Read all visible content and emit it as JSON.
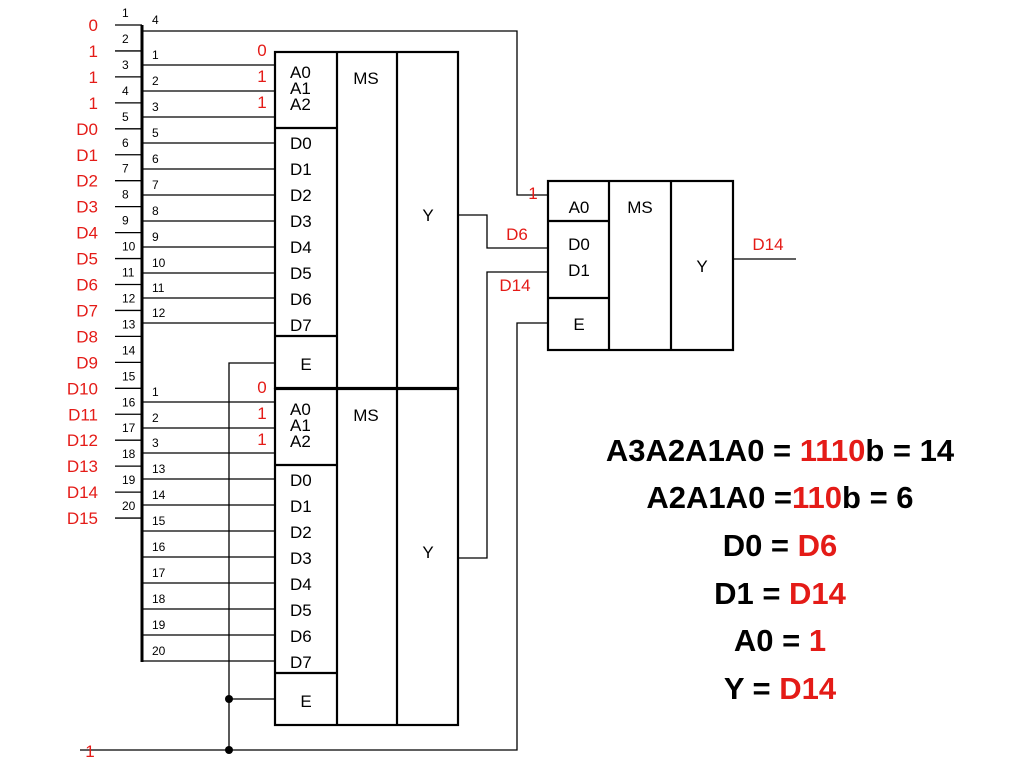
{
  "connector": {
    "pin_numbers": [
      "1",
      "2",
      "3",
      "4",
      "5",
      "6",
      "7",
      "8",
      "9",
      "10",
      "11",
      "12",
      "13",
      "14",
      "15",
      "16",
      "17",
      "18",
      "19",
      "20"
    ],
    "signals": [
      "0",
      "1",
      "1",
      "1",
      "D0",
      "D1",
      "D2",
      "D3",
      "D4",
      "D5",
      "D6",
      "D7",
      "D8",
      "D9",
      "D10",
      "D11",
      "D12",
      "D13",
      "D14",
      "D15"
    ]
  },
  "mux1": {
    "wire_labels": [
      "1",
      "2",
      "3",
      "5",
      "6",
      "7",
      "8",
      "9",
      "10",
      "11",
      "12"
    ],
    "addr_values": [
      "0",
      "1",
      "1"
    ],
    "addr_inputs": [
      "A0",
      "A1",
      "A2"
    ],
    "data_inputs": [
      "D0",
      "D1",
      "D2",
      "D3",
      "D4",
      "D5",
      "D6",
      "D7"
    ],
    "enable": "E",
    "title": "MS",
    "output": "Y",
    "top_wire_label": "4"
  },
  "mux2": {
    "wire_labels": [
      "1",
      "2",
      "3",
      "13",
      "14",
      "15",
      "16",
      "17",
      "18",
      "19",
      "20"
    ],
    "addr_values": [
      "0",
      "1",
      "1"
    ],
    "addr_inputs": [
      "A0",
      "A1",
      "A2"
    ],
    "data_inputs": [
      "D0",
      "D1",
      "D2",
      "D3",
      "D4",
      "D5",
      "D6",
      "D7"
    ],
    "enable": "E",
    "title": "MS",
    "output": "Y"
  },
  "mux3": {
    "addr_input": "A0",
    "addr_value": "1",
    "data_inputs": [
      "D0",
      "D1"
    ],
    "in_d0_value": "D6",
    "in_d1_value": "D14",
    "enable": "E",
    "title": "MS",
    "output": "Y",
    "output_value": "D14"
  },
  "enable_signal": "1",
  "equations": [
    {
      "parts": [
        {
          "t": "A3A2A1A0 = ",
          "red": false
        },
        {
          "t": "1110",
          "red": true
        },
        {
          "t": "b = 14",
          "red": false
        }
      ]
    },
    {
      "parts": [
        {
          "t": "A2A1A0 =",
          "red": false
        },
        {
          "t": "110",
          "red": true
        },
        {
          "t": "b = 6",
          "red": false
        }
      ]
    },
    {
      "parts": [
        {
          "t": "D0 = ",
          "red": false
        },
        {
          "t": "D6",
          "red": true
        }
      ]
    },
    {
      "parts": [
        {
          "t": "D1 = ",
          "red": false
        },
        {
          "t": "D14",
          "red": true
        }
      ]
    },
    {
      "parts": [
        {
          "t": "A0 = ",
          "red": false
        },
        {
          "t": "1",
          "red": true
        }
      ]
    },
    {
      "parts": [
        {
          "t": "Y = ",
          "red": false
        },
        {
          "t": "D14",
          "red": true
        }
      ]
    }
  ],
  "colors": {
    "signal": "#e41b17",
    "line": "#000000"
  }
}
